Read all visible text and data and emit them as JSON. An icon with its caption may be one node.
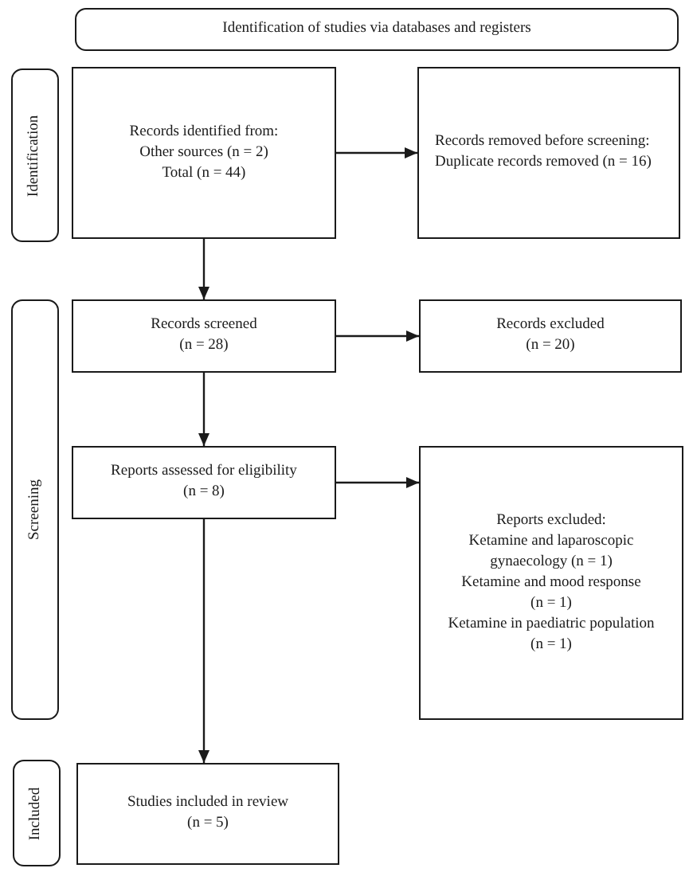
{
  "diagram": {
    "nodes": [
      {
        "text": [
          "Identification of studies via databases and registers"
        ]
      },
      {
        "text": [
          "Identification"
        ]
      },
      {
        "text": [
          "Records identified from:",
          "Other sources (n = 2)",
          "Total (n = 44)"
        ]
      },
      {
        "text": [
          "Records removed before screening:",
          "Duplicate records removed (n = 16)"
        ]
      },
      {
        "text": [
          "Screening"
        ]
      },
      {
        "text": [
          "Records screened (n = 28)"
        ]
      },
      {
        "text": [
          "Records excluded (n = 20)"
        ]
      },
      {
        "text": [
          "Reports assessed for eligibility (n = 8)"
        ]
      },
      {
        "text": [
          "Reports excluded:",
          "Ketamine and laparoscopic gynaecology (n = 1)",
          "Ketamine and mood response (n = 1)",
          "Ketamine in paediatric population (n = 1)"
        ]
      },
      {
        "text": [
          "Included"
        ]
      },
      {
        "text": [
          "Studies included in review (n = 5)"
        ]
      }
    ],
    "edges": [
      {
        "from": 2,
        "to": 3,
        "arrow": "to"
      },
      {
        "from": 2,
        "to": 5,
        "arrow": "to"
      },
      {
        "from": 5,
        "to": 6,
        "arrow": "to"
      },
      {
        "from": 5,
        "to": 7,
        "arrow": "to"
      },
      {
        "from": 7,
        "to": 8,
        "arrow": "to"
      },
      {
        "from": 7,
        "to": 10,
        "arrow": "to"
      }
    ]
  }
}
